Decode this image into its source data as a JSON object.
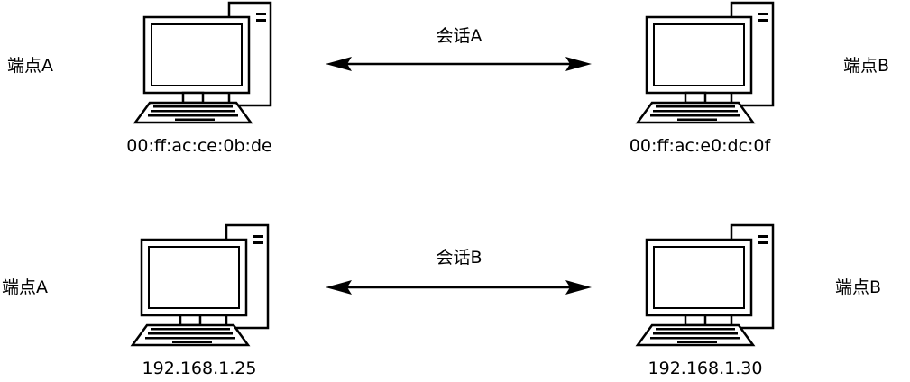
{
  "top_row": {
    "endpoint_left": "端点A",
    "endpoint_right": "端点B",
    "session": "会话A",
    "address_left": "00:ff:ac:ce:0b:de",
    "address_right": "00:ff:ac:e0:dc:0f"
  },
  "bottom_row": {
    "endpoint_left": "端点A",
    "endpoint_right": "端点B",
    "session": "会话B",
    "address_left": "192.168.1.25",
    "address_right": "192.168.1.30"
  }
}
